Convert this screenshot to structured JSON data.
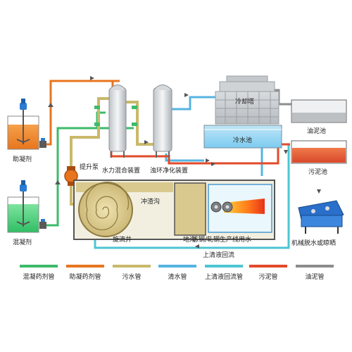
{
  "labels": {
    "coagulant_aid": "助凝剂",
    "coagulant": "混凝剂",
    "lift_pump": "提升泵",
    "hydraulic_mixer": "水力混合装置",
    "turbid_purifier": "浊环净化装置",
    "cooling_tower": "冷却塔",
    "cold_pool": "冷水池",
    "oil_sludge_pool": "油泥池",
    "sludge_pool": "污泥池",
    "dewatering": "机械脱水或晾晒",
    "slag_trench": "冲渣沟",
    "cyclone_well": "旋流井",
    "trench": "地沟",
    "production_line": "炼钢/轧钢生产线用水",
    "return_flow": "上清液回流"
  },
  "legend": [
    {
      "label": "混凝药剂管",
      "color": "#3dbb6a"
    },
    {
      "label": "助凝药剂管",
      "color": "#e8751e"
    },
    {
      "label": "污水管",
      "color": "#c9b96a"
    },
    {
      "label": "清水管",
      "color": "#56b4e0"
    },
    {
      "label": "上清液回流管",
      "color": "#4cc6d2"
    },
    {
      "label": "污泥管",
      "color": "#e24a2a"
    },
    {
      "label": "油泥管",
      "color": "#8c8c8c"
    }
  ],
  "colors": {
    "coagulant_pipe": "#3dbb6a",
    "aid_pipe": "#e8751e",
    "sewage_pipe": "#c9b96a",
    "clean_pipe": "#56b4e0",
    "return_pipe": "#4cc6d2",
    "sludge_pipe": "#e24a2a",
    "oil_pipe": "#8c8c8c"
  }
}
